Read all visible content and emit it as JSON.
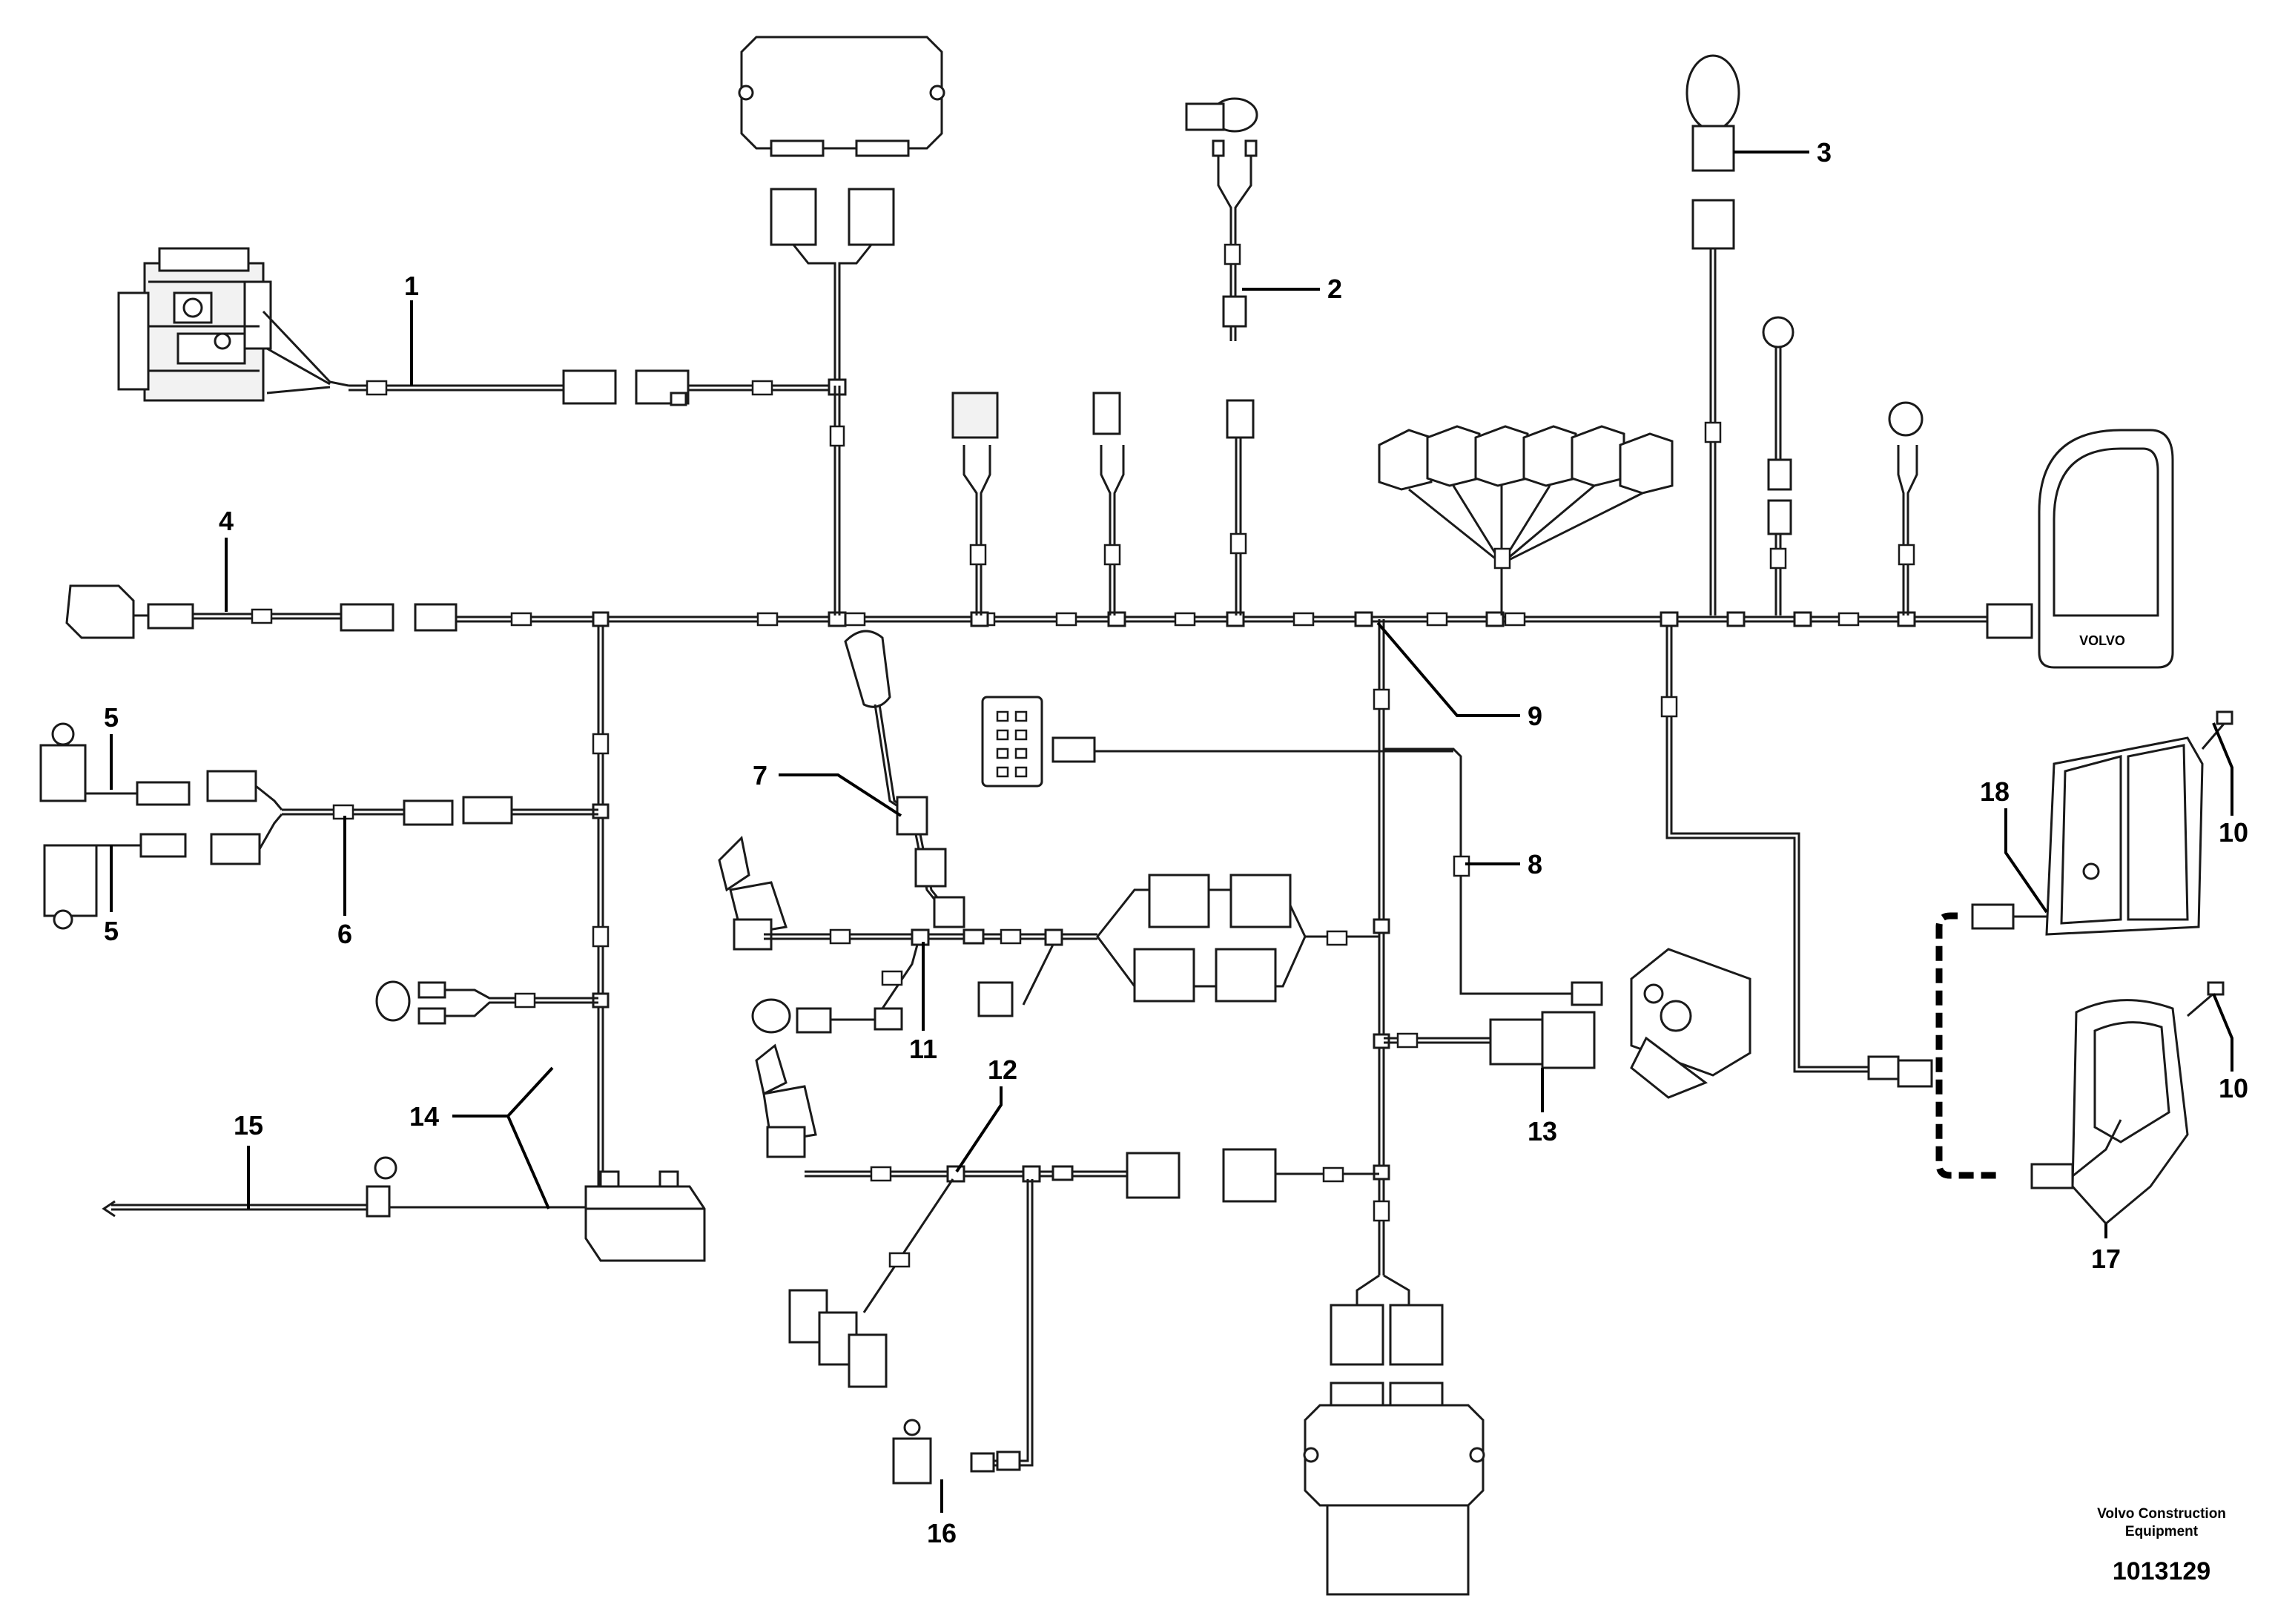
{
  "callouts": {
    "c1": "1",
    "c2": "2",
    "c3": "3",
    "c4": "4",
    "c5a": "5",
    "c5b": "5",
    "c6": "6",
    "c7": "7",
    "c8": "8",
    "c9": "9",
    "c10a": "10",
    "c10b": "10",
    "c11": "11",
    "c12": "12",
    "c13": "13",
    "c14": "14",
    "c15": "15",
    "c16": "16",
    "c17": "17",
    "c18": "18"
  },
  "logo": {
    "monitor_brand": "VOLVO"
  },
  "footer": {
    "maker_line1": "Volvo Construction",
    "maker_line2": "Equipment",
    "drawing_number": "1013129"
  }
}
